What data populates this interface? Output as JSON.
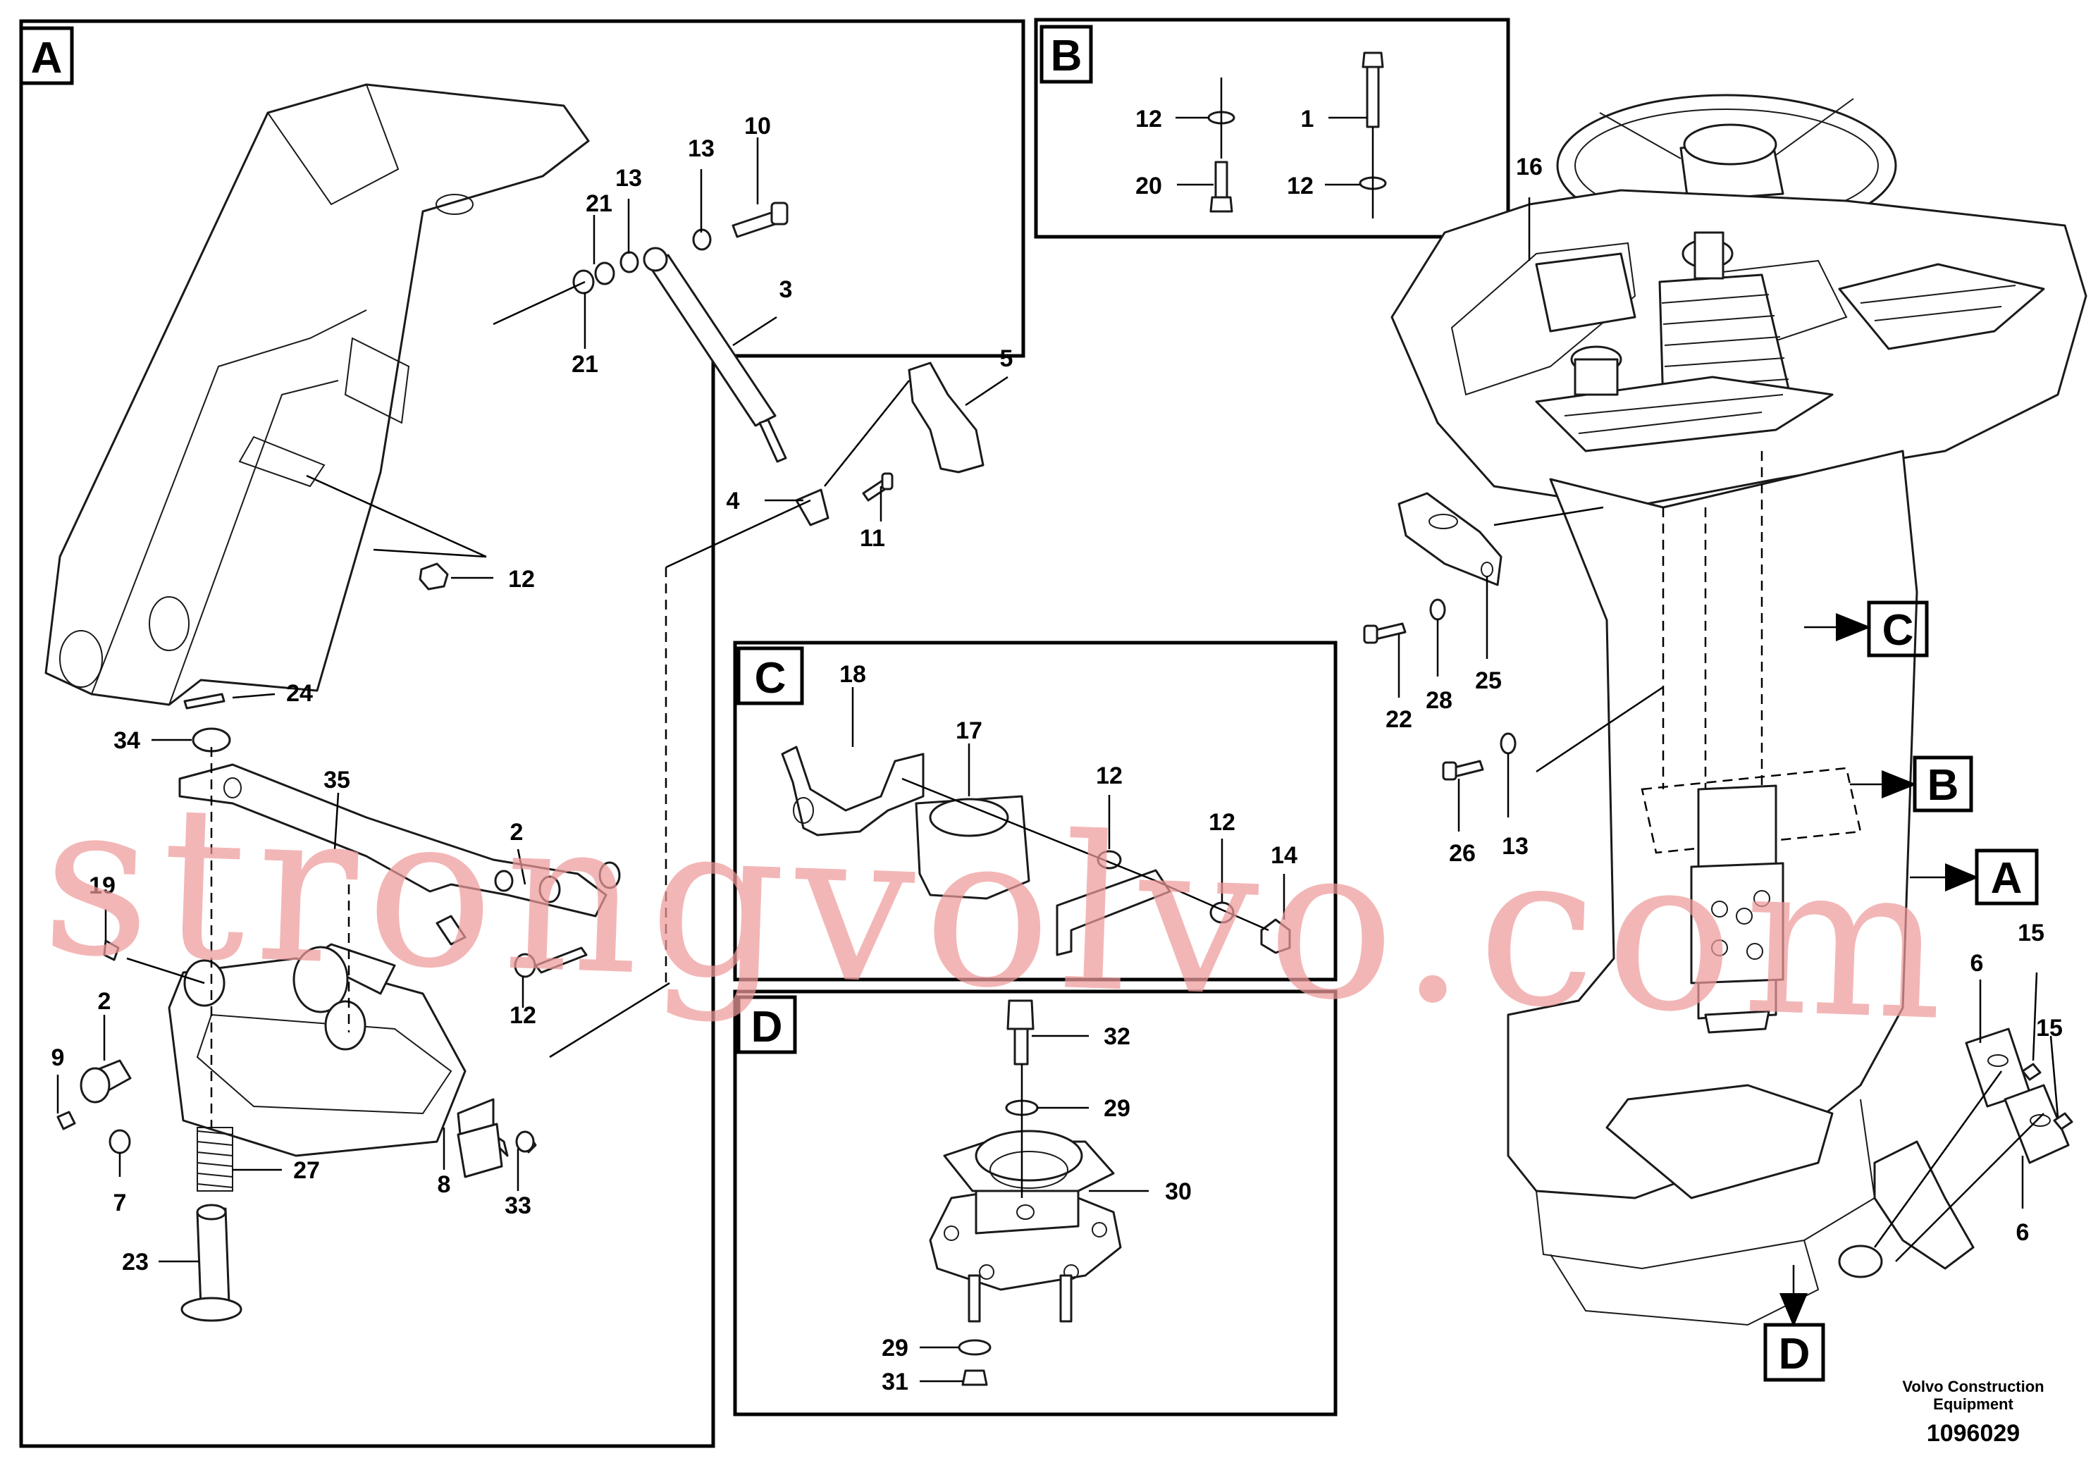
{
  "sections": {
    "A": {
      "label": "A"
    },
    "B": {
      "label": "B"
    },
    "C": {
      "label": "C"
    },
    "D": {
      "label": "D"
    }
  },
  "pointers": {
    "A": "A",
    "B": "B",
    "C": "C",
    "D": "D"
  },
  "callouts": {
    "A": [
      "10",
      "13",
      "13",
      "21",
      "21",
      "3",
      "5",
      "4",
      "11",
      "12",
      "24",
      "34",
      "35",
      "2",
      "19",
      "2",
      "9",
      "7",
      "27",
      "23",
      "12",
      "8",
      "33"
    ],
    "B": [
      "12",
      "1",
      "20",
      "12"
    ],
    "C": [
      "18",
      "17",
      "12",
      "12",
      "14"
    ],
    "D": [
      "32",
      "29",
      "30",
      "29",
      "31"
    ],
    "main": [
      "16",
      "22",
      "28",
      "25",
      "26",
      "13",
      "6",
      "15",
      "15",
      "6"
    ]
  },
  "watermark": "strongvolvo.com",
  "footer": {
    "company_line1": "Volvo Construction",
    "company_line2": "Equipment",
    "drawing_number": "1096029"
  }
}
